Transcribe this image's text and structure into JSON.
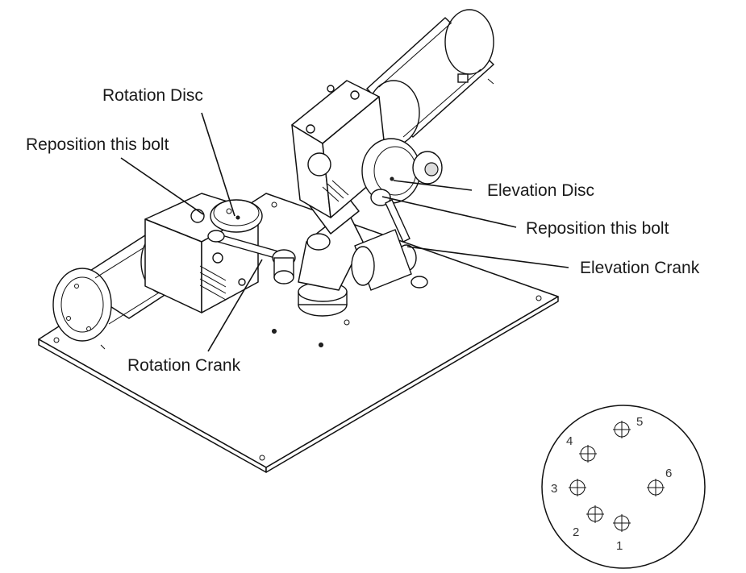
{
  "labels": {
    "rotation_disc": "Rotation Disc",
    "reposition_bolt_left": "Reposition this bolt",
    "elevation_disc": "Elevation Disc",
    "reposition_bolt_right": "Reposition this bolt",
    "elevation_crank": "Elevation Crank",
    "rotation_crank": "Rotation Crank"
  },
  "hole_diagram": {
    "holes": [
      "1",
      "2",
      "3",
      "4",
      "5",
      "6"
    ]
  }
}
